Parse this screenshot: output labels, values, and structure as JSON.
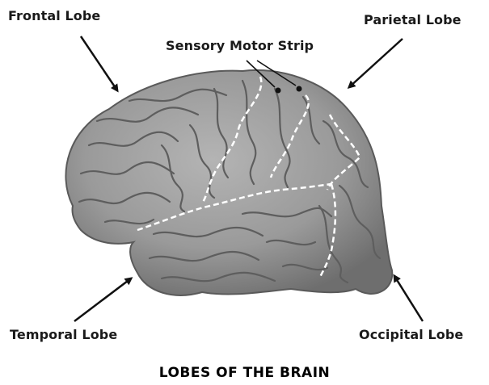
{
  "labels": {
    "frontal": "Frontal Lobe",
    "parietal": "Parietal Lobe",
    "sensory_motor": "Sensory Motor Strip",
    "temporal": "Temporal Lobe",
    "occipital": "Occipital Lobe"
  },
  "caption": "LOBES OF THE BRAIN",
  "colors": {
    "brain_fill": "#9a9a9a",
    "brain_shadow": "#6e6e6e",
    "gyri_line": "#5e5e5e",
    "divider": "#ffffff",
    "arrow": "#111111"
  }
}
